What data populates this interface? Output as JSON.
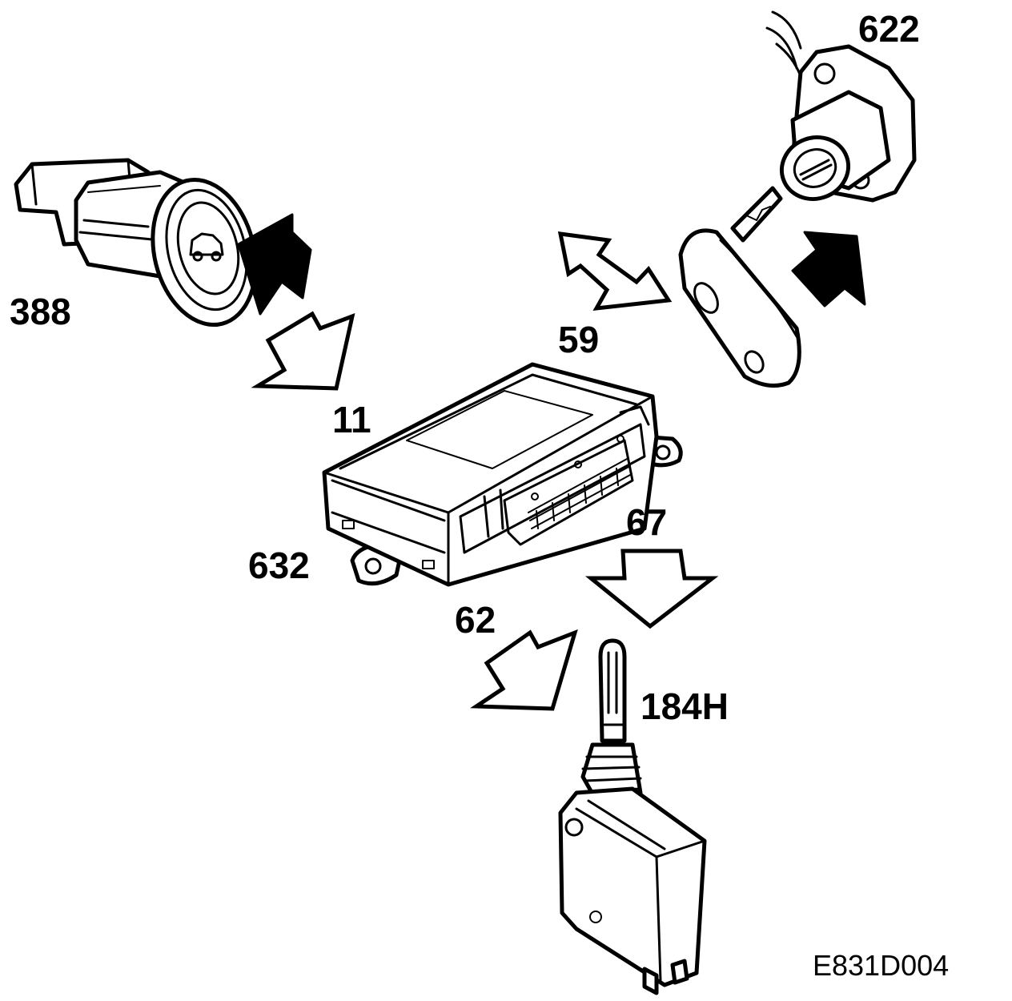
{
  "callouts": {
    "switch": "388",
    "lock_cylinder": "622",
    "signal_59": "59",
    "signal_11": "11",
    "signal_67": "67",
    "signal_62": "62",
    "control_unit": "632",
    "actuator": "184H"
  },
  "figure_id": "E831D004",
  "colors": {
    "ink": "#000000",
    "paper": "#ffffff"
  }
}
